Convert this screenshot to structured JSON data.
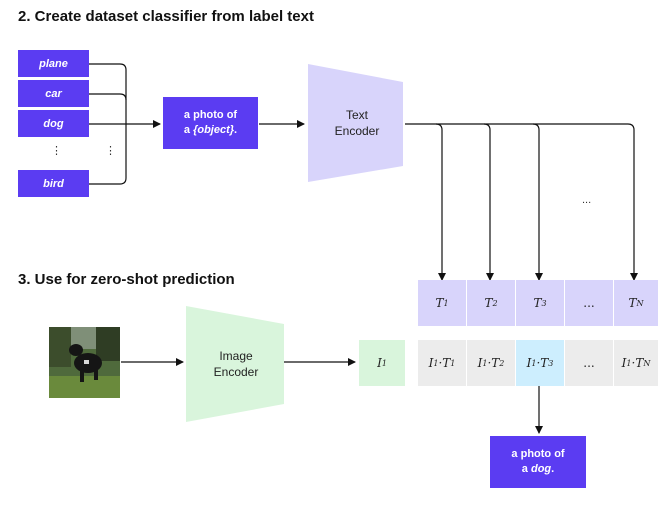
{
  "headings": {
    "step2": "2. Create dataset classifier from label text",
    "step3": "3. Use for zero-shot prediction"
  },
  "labels": [
    "plane",
    "car",
    "dog",
    "bird"
  ],
  "vertical_dots": "⋮",
  "prompt_template": {
    "line1": "a photo of",
    "line2_prefix": "a ",
    "line2_object": "{object}",
    "line2_suffix": "."
  },
  "text_encoder": {
    "line1": "Text",
    "line2": "Encoder"
  },
  "image_encoder": {
    "line1": "Image",
    "line2": "Encoder"
  },
  "ellipsis": "...",
  "text_embeddings": [
    {
      "base": "T",
      "sub": "1"
    },
    {
      "base": "T",
      "sub": "2"
    },
    {
      "base": "T",
      "sub": "3"
    },
    {
      "base": "...",
      "sub": ""
    },
    {
      "base": "T",
      "sub": "N"
    }
  ],
  "image_embedding": {
    "base": "I",
    "sub": "1"
  },
  "products": [
    {
      "a": "I",
      "as": "1",
      "b": "T",
      "bs": "1"
    },
    {
      "a": "I",
      "as": "1",
      "b": "T",
      "bs": "2"
    },
    {
      "a": "I",
      "as": "1",
      "b": "T",
      "bs": "3"
    },
    {
      "a": "...",
      "as": "",
      "b": "",
      "bs": ""
    },
    {
      "a": "I",
      "as": "1",
      "b": "T",
      "bs": "N"
    }
  ],
  "prediction": {
    "line1": "a photo of",
    "line2_prefix": "a ",
    "line2_object": "dog",
    "line2_suffix": "."
  },
  "colors": {
    "purple": "#5b3cf2",
    "lavender": "#d8d4fb",
    "mint": "#d9f5dc",
    "highlight": "#cdeefe",
    "gray": "#ececec"
  }
}
